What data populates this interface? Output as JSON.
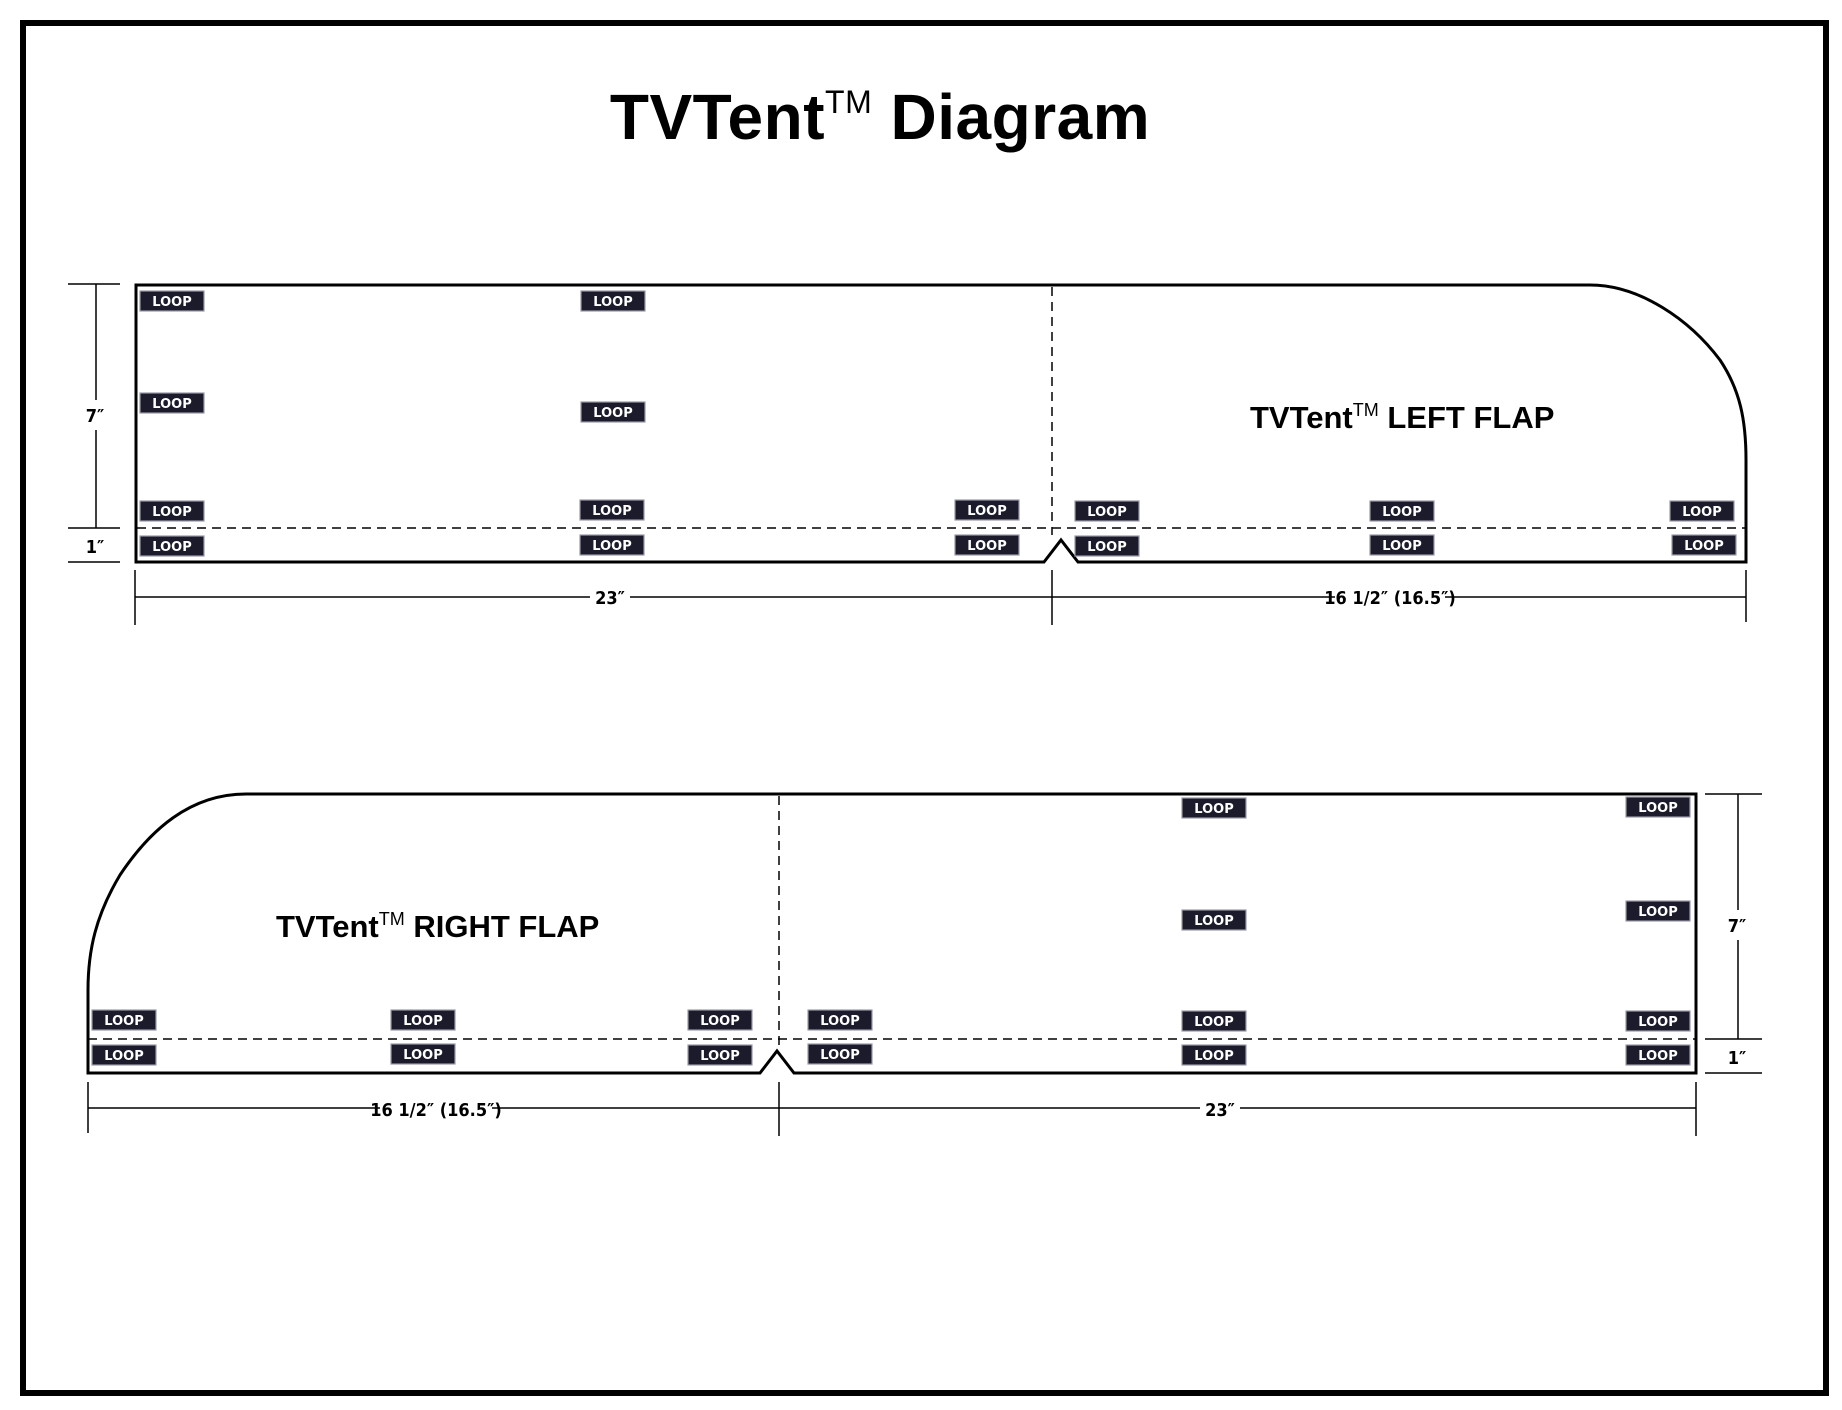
{
  "title": {
    "main": "TVTent",
    "tm": "TM",
    "rest": " Diagram"
  },
  "loop_label": "LOOP",
  "left_panel": {
    "label_main": "TVTent",
    "label_tm": "TM",
    "label_rest": " LEFT FLAP",
    "dim_height": "7″",
    "dim_hem": "1″",
    "dim_width_main": "23″",
    "dim_width_flap": "16 1/2″ (16.5″)"
  },
  "right_panel": {
    "label_main": "TVTent",
    "label_tm": "TM",
    "label_rest": " RIGHT FLAP",
    "dim_height": "7″",
    "dim_hem": "1″",
    "dim_width_main": "23″",
    "dim_width_flap": "16 1/2″ (16.5″)"
  }
}
